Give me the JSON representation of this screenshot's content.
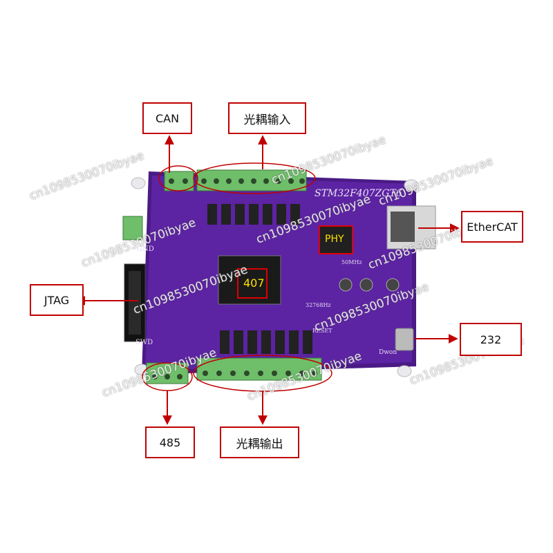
{
  "labels": {
    "can": "CAN",
    "opto_input": "光耦输入",
    "ethercat": "EtherCAT",
    "jtag": "JTAG",
    "rs232": "232",
    "rs485": "485",
    "opto_output": "光耦输出"
  },
  "chips": {
    "mcu": "407",
    "phy": "PHY"
  },
  "board": {
    "title": "STM32F407ZGT6",
    "swd": "SWD",
    "gnd": "GND",
    "reset": "RESET",
    "dwon": "Dwon",
    "crystal_50": "50MHz",
    "crystal_32": "32768Hz"
  },
  "watermark": "cn1098530070ibyae",
  "colors": {
    "pcb": "#5a1fa0",
    "callout": "#c00000",
    "terminal": "#6fbe6a"
  }
}
